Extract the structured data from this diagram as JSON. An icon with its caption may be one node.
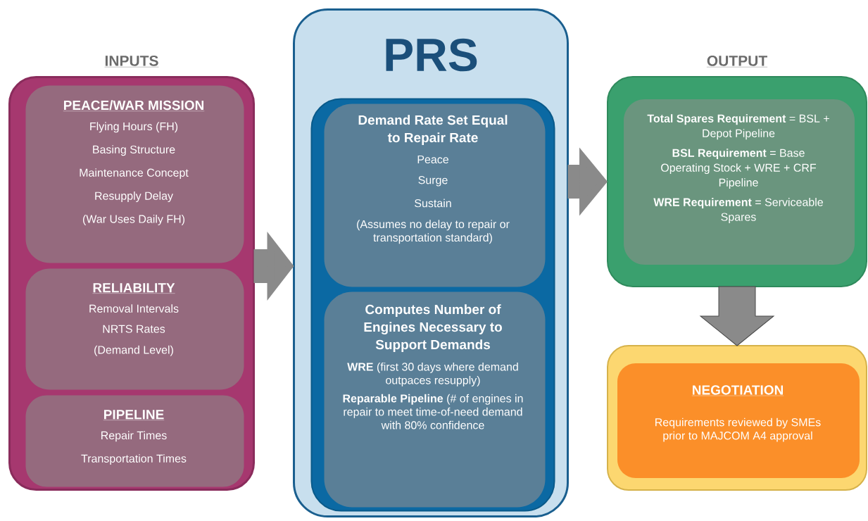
{
  "diagram": {
    "nodes": [
      {
        "text": [
          "INPUTS"
        ]
      },
      {
        "text": [
          "PEACE/WAR MISSION",
          "Flying Hours (FH)",
          "Basing Structure",
          "Maintenance Concept",
          "Resupply Delay",
          "(War Uses Daily FH)"
        ],
        "in": 0
      },
      {
        "text": [
          "RELIABILITY",
          "Removal Intervals",
          "NRTS Rates",
          "(Demand Level)"
        ],
        "in": 0
      },
      {
        "text": [
          "PIPELINE",
          "Repair Times",
          "Transportation Times"
        ],
        "in": 0
      },
      {
        "text": [
          "PRS"
        ]
      },
      {
        "text": [],
        "shape": "box",
        "in": 4
      },
      {
        "text": [
          "Demand Rate Set Equal to Repair Rate",
          "Peace",
          "Surge",
          "Sustain",
          "(Assumes no delay to repair or transportation standard)"
        ],
        "in": 5
      },
      {
        "text": [
          "Computes Number of Engines Necessary to Support Demands",
          "**WRE** (first 30 days where demand outpaces resupply)",
          "**Reparable Pipeline** (# of engines in repair to meet time-of-need demand with 80% confidence"
        ],
        "in": 5
      },
      {
        "text": [
          "OUTPUT"
        ]
      },
      {
        "text": [
          "**Total Spares Requirement** = BSL + Depot Pipeline",
          "**BSL Requirement** = Base Operating Stock + WRE + CRF Pipeline",
          "**WRE Requirement** = Serviceable Spares"
        ],
        "in": 8
      },
      {
        "text": [],
        "shape": "box"
      },
      {
        "text": [
          "NEGOTIATION",
          "Requirements reviewed by SMEs prior to MAJCOM A4 approval"
        ],
        "in": 10
      }
    ],
    "edges": [
      {
        "from": 0,
        "to": 4,
        "arrow": "to"
      },
      {
        "from": 4,
        "to": 8,
        "arrow": "to"
      },
      {
        "from": 8,
        "to": 10,
        "arrow": "to"
      }
    ]
  }
}
